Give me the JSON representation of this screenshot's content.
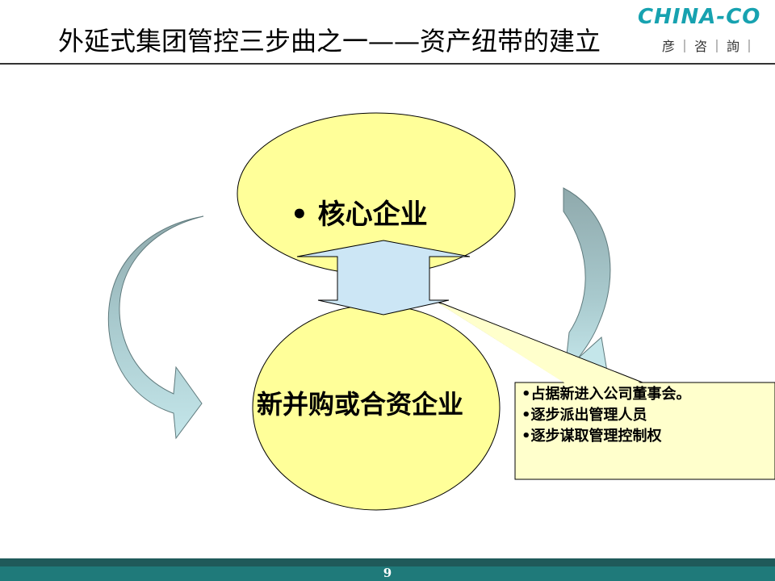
{
  "slide": {
    "title": "外延式集团管控三步曲之一——资产纽带的建立",
    "page_number": "9"
  },
  "logo": {
    "brand": "CHINA-CO",
    "sub": "彦｜咨｜詢｜"
  },
  "diagram": {
    "core_label": "• 核心企业",
    "new_label": "新并购或合资企业",
    "callout_items": [
      "•占据新进入公司董事会。",
      "•逐步派出管理人员",
      "•逐步谋取管理控制权"
    ]
  },
  "colors": {
    "ellipse_fill": "#ffff99",
    "arrow_fill": "#cce6f5",
    "curved_arrow_light": "#b8dfe3",
    "curved_arrow_dark": "#8fa9ac",
    "callout_fill": "#ffffcc",
    "brand": "#17a2b0"
  }
}
